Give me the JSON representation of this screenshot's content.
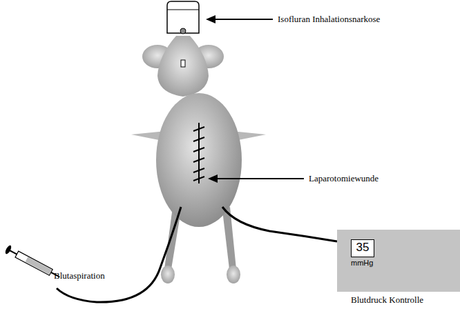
{
  "diagram": {
    "nodes": [
      {
        "text": [
          "mmHg",
          "Blutdruck Kontrolle"
        ]
      },
      {
        "text": [
          "35"
        ],
        "in": 0
      }
    ],
    "labels": [
      "Isofluran Inhalationsnarkose",
      "Laparotomiewunde",
      "Blutaspiration"
    ]
  }
}
